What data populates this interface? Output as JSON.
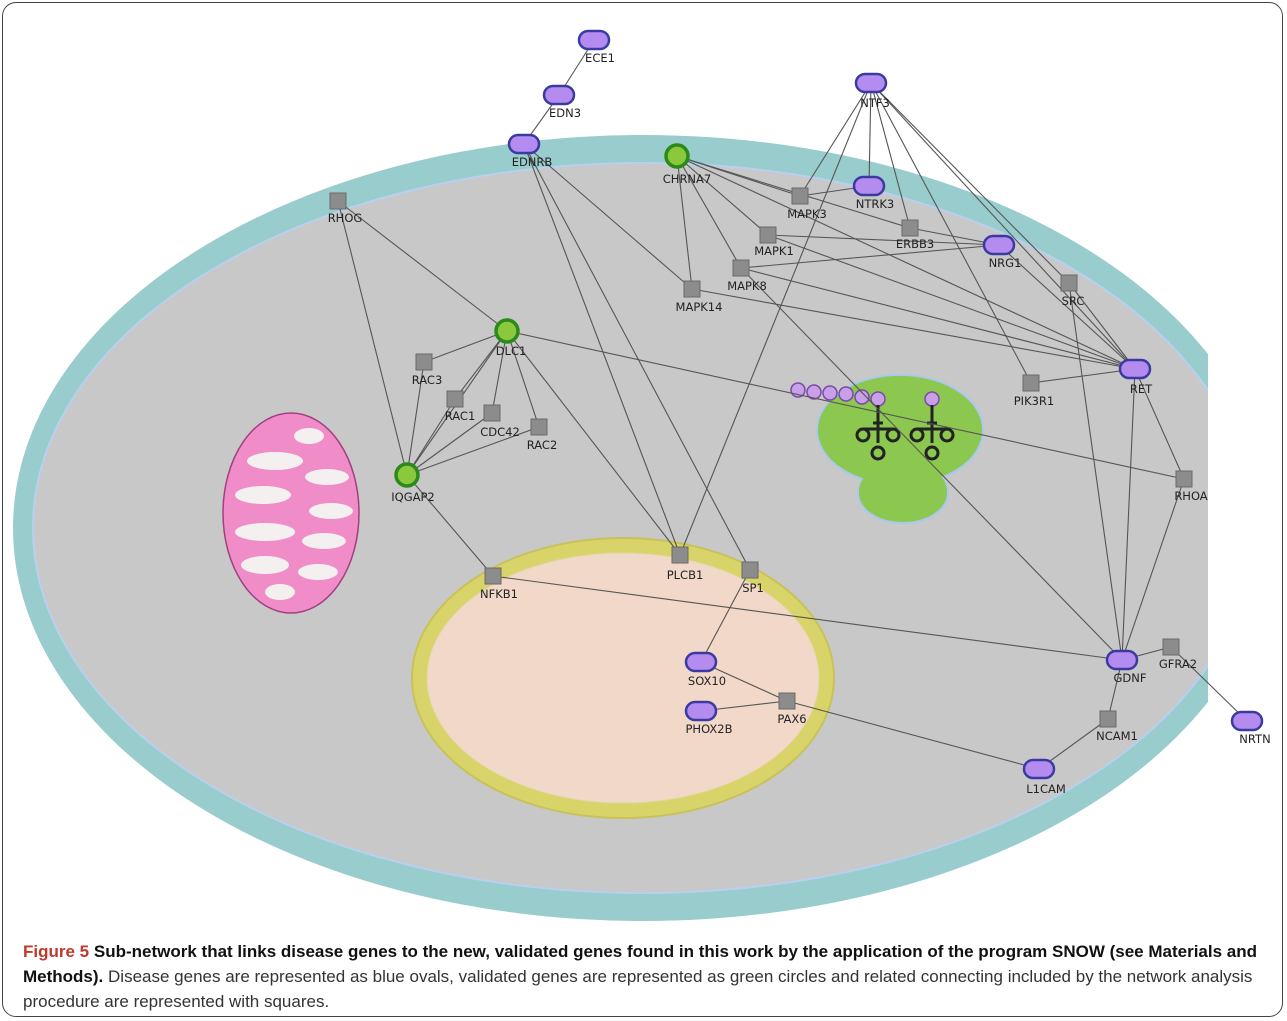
{
  "figure": {
    "label": "Figure 5",
    "title": "Sub-network that links disease genes to the new, validated genes found in this work by the application of the program SNOW (see Materials and Methods).",
    "description": "Disease genes are represented as blue ovals, validated genes are represented as green circles and related connecting included by the network analysis procedure are represented with squares."
  },
  "colors": {
    "membrane": "#99cccc",
    "cytoplasm": "#c8c8c8",
    "nucleus_ring": "#d8d46a",
    "nucleus": "#f2d8c8",
    "mitochondrion": "#f08cc8",
    "golgi": "#8cc850",
    "disease_gene": "#b48cf0",
    "validated_gene": "#8cc83c",
    "connector": "#8c8c8c",
    "edge": "#555555"
  },
  "nodes": [
    {
      "id": "ECE1",
      "label": "ECE1",
      "kind": "disease"
    },
    {
      "id": "EDN3",
      "label": "EDN3",
      "kind": "disease"
    },
    {
      "id": "EDNRB",
      "label": "EDNRB",
      "kind": "disease"
    },
    {
      "id": "NTF3",
      "label": "NTF3",
      "kind": "disease"
    },
    {
      "id": "NTRK3",
      "label": "NTRK3",
      "kind": "disease"
    },
    {
      "id": "NRG1",
      "label": "NRG1",
      "kind": "disease"
    },
    {
      "id": "RET",
      "label": "RET",
      "kind": "disease"
    },
    {
      "id": "GDNF",
      "label": "GDNF",
      "kind": "disease"
    },
    {
      "id": "NRTN",
      "label": "NRTN",
      "kind": "disease"
    },
    {
      "id": "L1CAM",
      "label": "L1CAM",
      "kind": "disease"
    },
    {
      "id": "SOX10",
      "label": "SOX10",
      "kind": "disease"
    },
    {
      "id": "PHOX2B",
      "label": "PHOX2B",
      "kind": "disease"
    },
    {
      "id": "CHRNA7",
      "label": "CHRNA7",
      "kind": "validated"
    },
    {
      "id": "DLC1",
      "label": "DLC1",
      "kind": "validated"
    },
    {
      "id": "IQGAP2",
      "label": "IQGAP2",
      "kind": "validated"
    },
    {
      "id": "RHOG",
      "label": "RHOG",
      "kind": "connector"
    },
    {
      "id": "MAPK3",
      "label": "MAPK3",
      "kind": "connector"
    },
    {
      "id": "MAPK1",
      "label": "MAPK1",
      "kind": "connector"
    },
    {
      "id": "MAPK8",
      "label": "MAPK8",
      "kind": "connector"
    },
    {
      "id": "MAPK14",
      "label": "MAPK14",
      "kind": "connector"
    },
    {
      "id": "ERBB3",
      "label": "ERBB3",
      "kind": "connector"
    },
    {
      "id": "SRC",
      "label": "SRC",
      "kind": "connector"
    },
    {
      "id": "PIK3R1",
      "label": "PIK3R1",
      "kind": "connector"
    },
    {
      "id": "RHOA",
      "label": "RHOA",
      "kind": "connector"
    },
    {
      "id": "RAC3",
      "label": "RAC3",
      "kind": "connector"
    },
    {
      "id": "RAC1",
      "label": "RAC1",
      "kind": "connector"
    },
    {
      "id": "CDC42",
      "label": "CDC42",
      "kind": "connector"
    },
    {
      "id": "RAC2",
      "label": "RAC2",
      "kind": "connector"
    },
    {
      "id": "NFKB1",
      "label": "NFKB1",
      "kind": "connector"
    },
    {
      "id": "PLCB1",
      "label": "PLCB1",
      "kind": "connector"
    },
    {
      "id": "SP1",
      "label": "SP1",
      "kind": "connector"
    },
    {
      "id": "PAX6",
      "label": "PAX6",
      "kind": "connector"
    },
    {
      "id": "GFRA2",
      "label": "GFRA2",
      "kind": "connector"
    },
    {
      "id": "NCAM1",
      "label": "NCAM1",
      "kind": "connector"
    }
  ],
  "edges": [
    [
      "ECE1",
      "EDN3"
    ],
    [
      "EDN3",
      "EDNRB"
    ],
    [
      "EDNRB",
      "PLCB1"
    ],
    [
      "EDNRB",
      "SP1"
    ],
    [
      "EDNRB",
      "MAPK14"
    ],
    [
      "CHRNA7",
      "MAPK3"
    ],
    [
      "CHRNA7",
      "MAPK1"
    ],
    [
      "CHRNA7",
      "MAPK14"
    ],
    [
      "CHRNA7",
      "MAPK8"
    ],
    [
      "CHRNA7",
      "ERBB3"
    ],
    [
      "CHRNA7",
      "RET"
    ],
    [
      "NTF3",
      "NTRK3"
    ],
    [
      "NTF3",
      "MAPK3"
    ],
    [
      "NTF3",
      "ERBB3"
    ],
    [
      "NTF3",
      "SRC"
    ],
    [
      "NTF3",
      "RET"
    ],
    [
      "NTF3",
      "PIK3R1"
    ],
    [
      "NTF3",
      "PLCB1"
    ],
    [
      "NTRK3",
      "MAPK3"
    ],
    [
      "MAPK1",
      "NRG1"
    ],
    [
      "MAPK1",
      "RET"
    ],
    [
      "MAPK8",
      "NRG1"
    ],
    [
      "MAPK8",
      "RET"
    ],
    [
      "MAPK14",
      "RET"
    ],
    [
      "MAPK8",
      "GDNF"
    ],
    [
      "ERBB3",
      "NRG1"
    ],
    [
      "NRG1",
      "RET"
    ],
    [
      "SRC",
      "RET"
    ],
    [
      "SRC",
      "GDNF"
    ],
    [
      "PIK3R1",
      "RET"
    ],
    [
      "RET",
      "RHOA"
    ],
    [
      "RET",
      "GDNF"
    ],
    [
      "RHOA",
      "GDNF"
    ],
    [
      "RHOG",
      "DLC1"
    ],
    [
      "RHOG",
      "IQGAP2"
    ],
    [
      "DLC1",
      "RAC3"
    ],
    [
      "DLC1",
      "RAC1"
    ],
    [
      "DLC1",
      "CDC42"
    ],
    [
      "DLC1",
      "RAC2"
    ],
    [
      "DLC1",
      "IQGAP2"
    ],
    [
      "DLC1",
      "PLCB1"
    ],
    [
      "DLC1",
      "RHOA"
    ],
    [
      "RAC3",
      "IQGAP2"
    ],
    [
      "RAC1",
      "IQGAP2"
    ],
    [
      "CDC42",
      "IQGAP2"
    ],
    [
      "RAC2",
      "IQGAP2"
    ],
    [
      "IQGAP2",
      "NFKB1"
    ],
    [
      "NFKB1",
      "GDNF"
    ],
    [
      "SP1",
      "SOX10"
    ],
    [
      "SOX10",
      "PAX6"
    ],
    [
      "PHOX2B",
      "PAX6"
    ],
    [
      "PAX6",
      "L1CAM"
    ],
    [
      "GDNF",
      "GFRA2"
    ],
    [
      "GFRA2",
      "NRTN"
    ],
    [
      "GDNF",
      "NCAM1"
    ],
    [
      "NCAM1",
      "L1CAM"
    ]
  ]
}
